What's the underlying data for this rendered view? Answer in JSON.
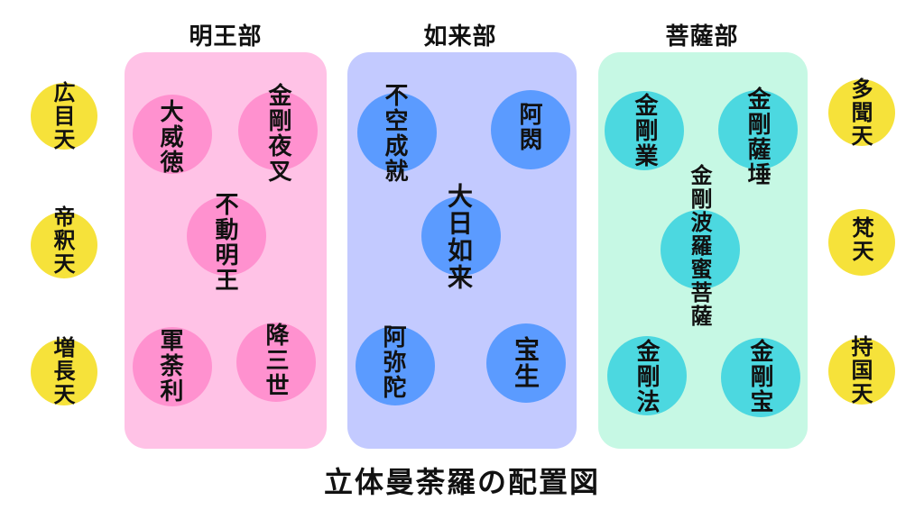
{
  "diagram": {
    "footer_title": "立体曼荼羅の配置図",
    "colors": {
      "myoo_panel": "#ffc2e6",
      "myoo_circle": "#ff91cf",
      "nyorai_panel": "#c3caff",
      "nyorai_circle": "#5b9bff",
      "bosatsu_panel": "#c6f8e4",
      "bosatsu_circle": "#4cd8e0",
      "ten_circle": "#f6e23a"
    },
    "groups": {
      "myoo": {
        "title": "明王部",
        "members": [
          "大威徳",
          "金剛夜叉",
          "不動明王",
          "軍荼利",
          "降三世"
        ]
      },
      "nyorai": {
        "title": "如来部",
        "members": [
          "不空成就",
          "阿閦",
          "大日如来",
          "阿弥陀",
          "宝生"
        ]
      },
      "bosatsu": {
        "title": "菩薩部",
        "members": [
          "金剛業",
          "金剛薩埵",
          "金剛波羅蜜菩薩",
          "金剛法",
          "金剛宝"
        ]
      }
    },
    "ten": {
      "left": [
        "広目天",
        "帝釈天",
        "増長天"
      ],
      "right": [
        "多聞天",
        "梵天",
        "持国天"
      ]
    }
  }
}
